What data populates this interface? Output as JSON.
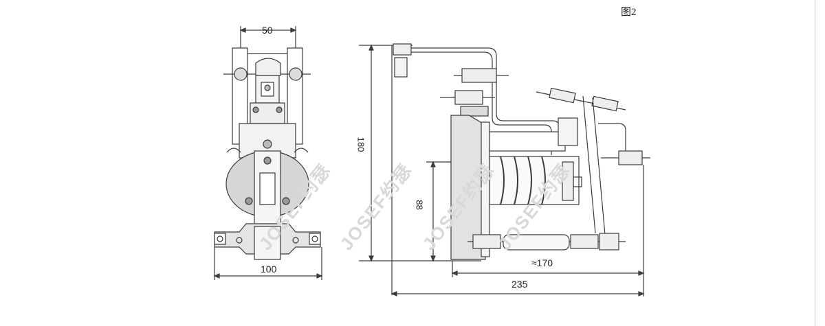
{
  "figure_label": "图2",
  "watermark": "JOSEF约瑟",
  "dimensions": {
    "front_width_top": "50",
    "front_width_base": "100",
    "height_total": "180",
    "height_mid": "88",
    "depth_partial": "≈170",
    "depth_total": "235"
  },
  "colors": {
    "line": "#3a3a3a",
    "shade": "#cfcfcf",
    "watermark": "#d8d8d8"
  }
}
